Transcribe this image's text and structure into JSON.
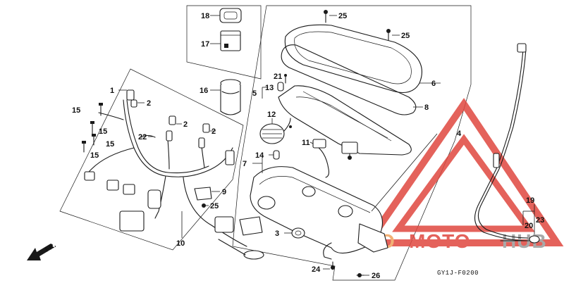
{
  "drawing_code": "GY1J-F0200",
  "direction_label": "FR.",
  "watermark": {
    "left": "AUTO",
    "middle": "MOTO",
    "right": "HUB",
    "color_red": "#e0473f",
    "color_orange": "#f0a35e",
    "color_gray": "#9a9a9a"
  },
  "callouts": {
    "c1": "1",
    "c2a": "2",
    "c2b": "2",
    "c2c": "2",
    "c3": "3",
    "c4": "4",
    "c5": "5",
    "c6": "6",
    "c7": "7",
    "c8": "8",
    "c9": "9",
    "c10": "10",
    "c11": "11",
    "c12": "12",
    "c13": "13",
    "c14": "14",
    "c15a": "15",
    "c15b": "15",
    "c15c": "15",
    "c15d": "15",
    "c16": "16",
    "c17": "17",
    "c18": "18",
    "c19": "19",
    "c20": "20",
    "c21": "21",
    "c22": "22",
    "c23": "23",
    "c24": "24",
    "c25a": "25",
    "c25b": "25",
    "c25c": "25",
    "c26": "26"
  }
}
